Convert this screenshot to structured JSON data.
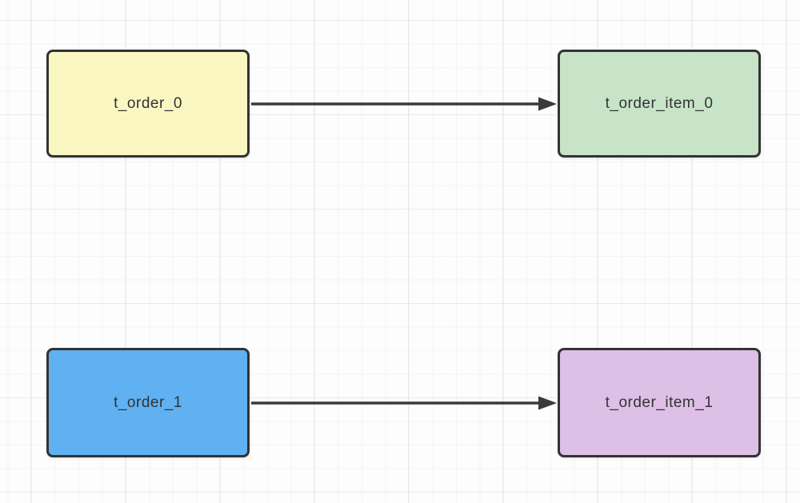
{
  "canvas": {
    "background_color": "#fdfdfd",
    "grid_minor_color": "#f4f4f4",
    "grid_major_color": "#e9e9e9"
  },
  "diagram": {
    "nodes": [
      {
        "label": "t_order_0",
        "fill": "#FBF7C3"
      },
      {
        "label": "t_order_item_0",
        "fill": "#C7E4C8"
      },
      {
        "label": "t_order_1",
        "fill": "#60B1F1"
      },
      {
        "label": "t_order_item_1",
        "fill": "#DEBFE6"
      }
    ],
    "edges": [
      {
        "from": "t_order_0",
        "to": "t_order_item_0"
      },
      {
        "from": "t_order_1",
        "to": "t_order_item_1"
      }
    ],
    "node_border_color": "#333333",
    "label_color": "#333333",
    "edge_color": "#3a3a3a"
  }
}
